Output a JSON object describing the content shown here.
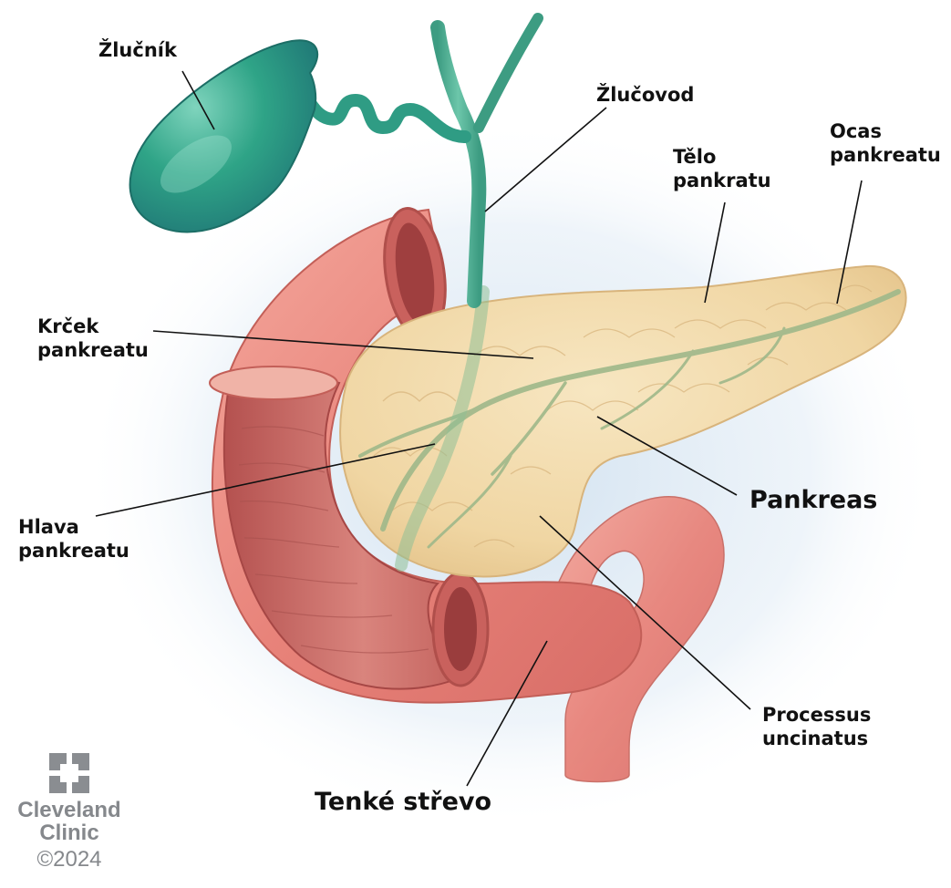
{
  "labels": {
    "gallbladder": "Žlučník",
    "bile_duct": "Žlučovod",
    "body_line1": "Tělo",
    "body_line2": "pankratu",
    "tail_line1": "Ocas",
    "tail_line2": "pankreatu",
    "neck_line1": "Krček",
    "neck_line2": "pankreatu",
    "head_line1": "Hlava",
    "head_line2": "pankreatu",
    "pancreas": "Pankreas",
    "uncinate_line1": "Processus",
    "uncinate_line2": "uncinatus",
    "small_intestine": "Tenké střevo"
  },
  "logo": {
    "name_line1": "Cleveland",
    "name_line2": "Clinic",
    "copyright": "©2024"
  },
  "colors": {
    "gallbladder": "#2f9c84",
    "intestine": "#e9867c",
    "intestine_inner": "#c9635f",
    "pancreas": "#f3ddb0",
    "duct": "#9fb88a",
    "background_glow": "#d9e7f3",
    "leader_line": "#111111",
    "logo": "#85888c"
  }
}
